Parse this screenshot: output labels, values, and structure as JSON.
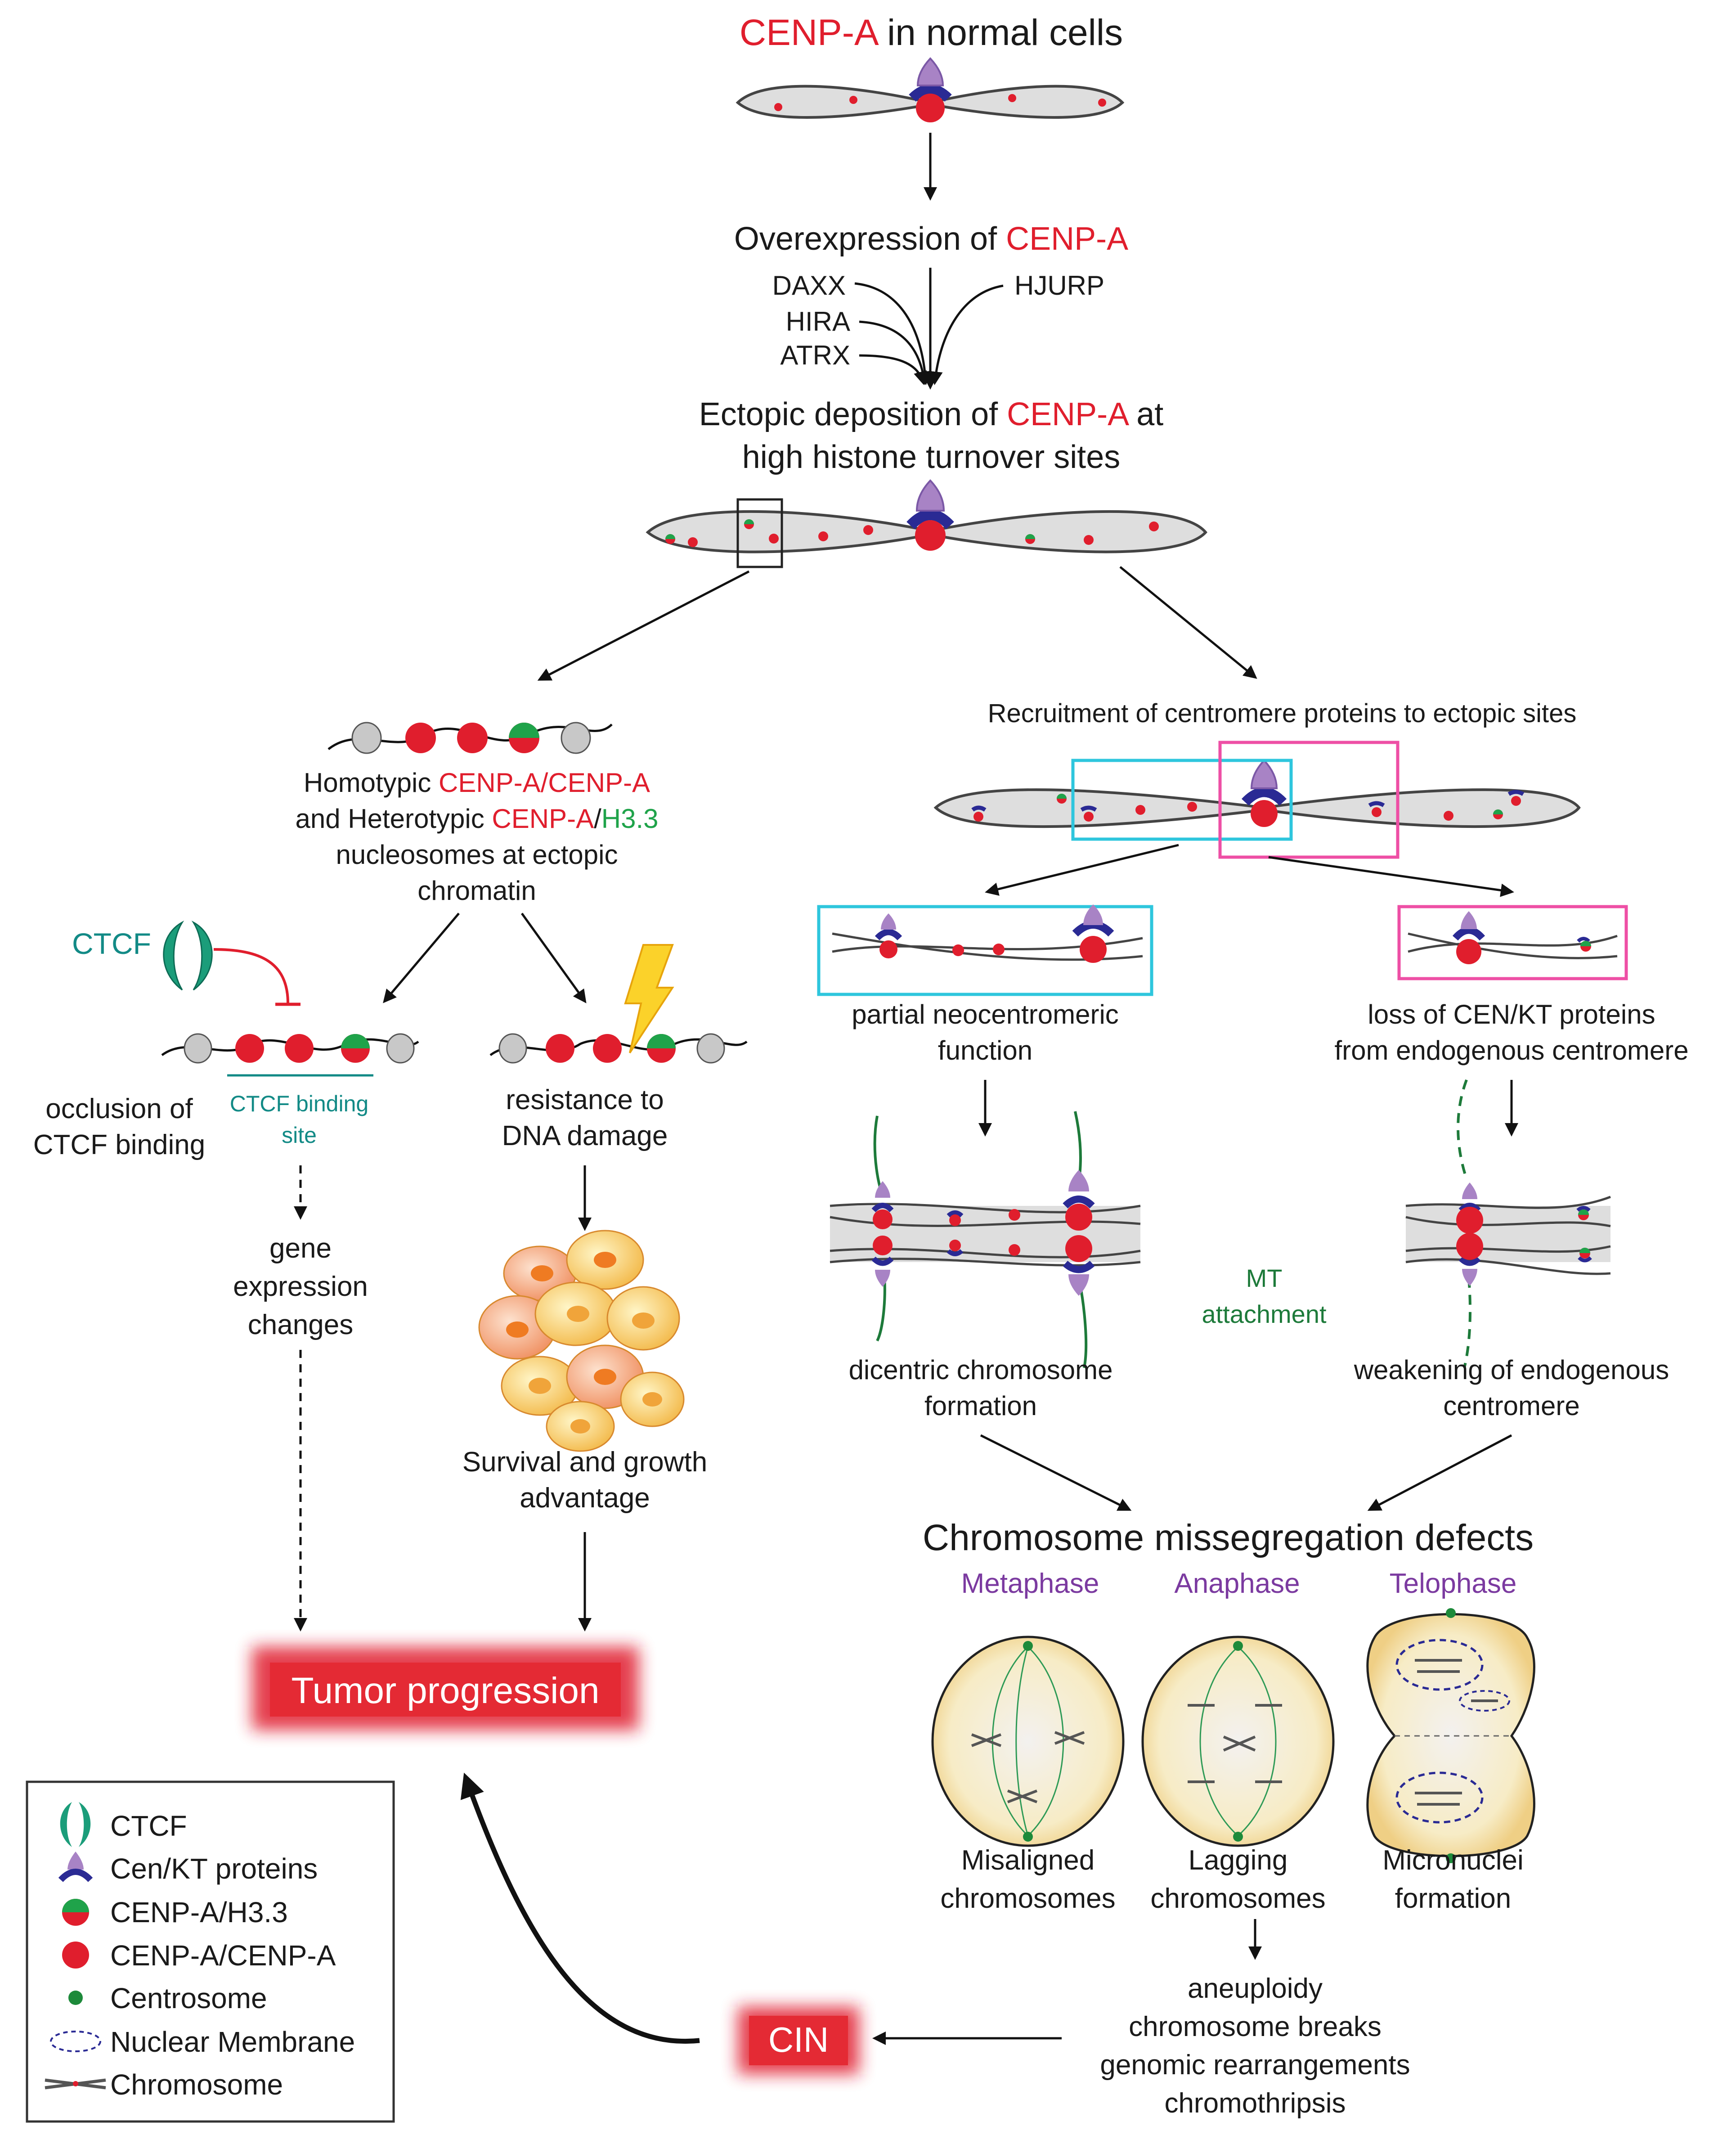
{
  "colors": {
    "cenpa_red": "#e01e2d",
    "h33_green": "#1fa34a",
    "ctcf_teal": "#128a86",
    "phase_purple": "#7b3aa0",
    "mt_green": "#1d7a3a",
    "cyan_box": "#2ec6dd",
    "pink_box": "#ee4fa5",
    "tumor_red": "#e01e2d"
  },
  "title": {
    "cenpa": "CENP-A",
    "rest": " in normal cells"
  },
  "overexpression": {
    "text": "Overexpression of ",
    "cenpa": "CENP-A"
  },
  "chaperones": [
    "DAXX",
    "HIRA",
    "ATRX",
    "HJURP"
  ],
  "ectopic": {
    "line1_a": "Ectopic deposition of ",
    "line1_cenpa": "CENP-A",
    "line1_b": " at",
    "line2": "high histone turnover sites"
  },
  "left_branch": {
    "homotypic_a": "Homotypic ",
    "homotypic_red": "CENP-A/CENP-A",
    "heterotypic_a": "and Heterotypic ",
    "heterotypic_red": "CENP-A",
    "heterotypic_slash": "/",
    "heterotypic_green": "H3.3",
    "line3": "nucleosomes at ectopic",
    "line4": "chromatin",
    "ctcf_label": "CTCF",
    "occlusion": [
      "occlusion of",
      "CTCF binding"
    ],
    "ctcf_site": [
      "CTCF binding",
      "site"
    ],
    "resistance": [
      "resistance to",
      "DNA damage"
    ],
    "gene_expression": [
      "gene",
      "expression",
      "changes"
    ],
    "survival": [
      "Survival and growth",
      "advantage"
    ],
    "tumor": "Tumor progression"
  },
  "right_branch": {
    "recruitment": "Recruitment of centromere proteins to ectopic sites",
    "partial": [
      "partial neocentromeric",
      "function"
    ],
    "loss": [
      "loss of CEN/KT proteins",
      "from endogenous centromere"
    ],
    "mt": [
      "MT",
      "attachment"
    ],
    "dicentric": [
      "dicentric chromosome",
      "formation"
    ],
    "weakening": [
      "weakening of endogenous",
      "centromere"
    ],
    "missegregation": "Chromosome missegregation defects",
    "phases": [
      "Metaphase",
      "Anaphase",
      "Telophase"
    ],
    "phase_outcomes": [
      [
        "Misaligned",
        "chromosomes"
      ],
      [
        "Lagging",
        "chromosomes"
      ],
      [
        "Micronuclei",
        "formation"
      ]
    ],
    "consequences": [
      "aneuploidy",
      "chromosome breaks",
      "genomic rearrangements",
      "chromothripsis"
    ],
    "cin": "CIN"
  },
  "legend": [
    {
      "icon": "ctcf-icon",
      "label": "CTCF"
    },
    {
      "icon": "cen-kt-icon",
      "label": "Cen/KT proteins"
    },
    {
      "icon": "cenpa-h33-icon",
      "label": "CENP-A/H3.3"
    },
    {
      "icon": "cenpa-cenpa-icon",
      "label": "CENP-A/CENP-A"
    },
    {
      "icon": "centrosome-icon",
      "label": "Centrosome"
    },
    {
      "icon": "nuclear-membrane-icon",
      "label": "Nuclear Membrane"
    },
    {
      "icon": "chromosome-icon",
      "label": "Chromosome"
    }
  ]
}
